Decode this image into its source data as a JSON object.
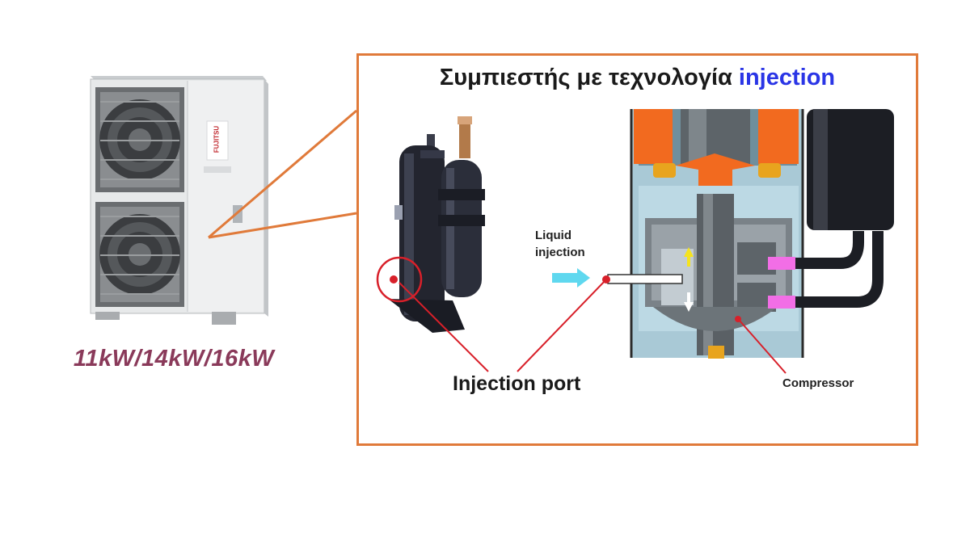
{
  "title": {
    "text": "Συμπιεστής με τεχνολογία",
    "highlight": "injection",
    "highlight_color": "#2a35e6"
  },
  "capacity_label": "11kW/14kW/16kW",
  "unit_brand": "FUJITSU",
  "labels": {
    "liquid_injection_line1": "Liquid",
    "liquid_injection_line2": "injection",
    "injection_port": "Injection port",
    "compressor": "Compressor"
  },
  "colors": {
    "callout_border": "#e07a3a",
    "capacity_text": "#8a3a5a",
    "marker_red": "#d8202a",
    "flow_arrow": "#5fd8ef",
    "highlight_orange": "#f26a1f",
    "pink_port": "#f26ee6"
  }
}
